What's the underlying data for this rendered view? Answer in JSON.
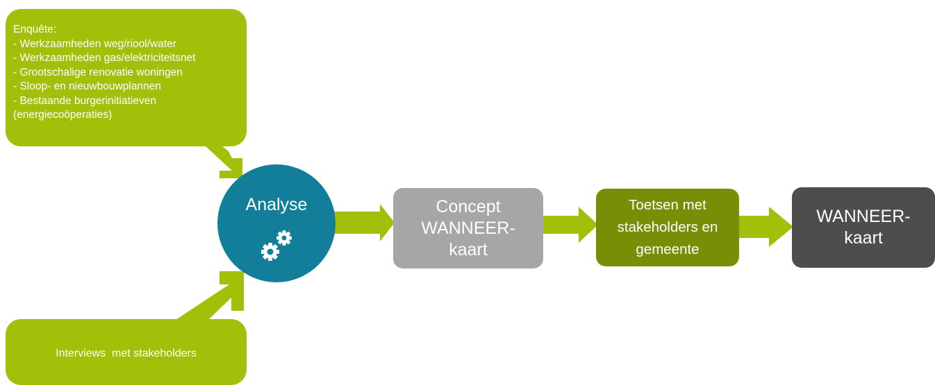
{
  "enquete": {
    "lines": [
      "Enquête:",
      "- Werkzaamheden weg/riool/water",
      "- Werkzaamheden gas/elektriciteitsnet",
      "- Grootschalige renovatie woningen",
      "- Sloop- en nieuwbouwplannen",
      "- Bestaande burgerinitiatieven",
      "(energiecoöperaties)"
    ]
  },
  "interviews": {
    "label": "Interviews  met stakeholders"
  },
  "analyse": {
    "label": "Analyse",
    "icon": "gears-icon"
  },
  "concept": {
    "label": "Concept\nWANNEER-\nkaart"
  },
  "toetsen": {
    "label": "Toetsen met\nstakeholders en\ngemeente"
  },
  "wanneer": {
    "label": "WANNEER-\nkaart"
  },
  "colors": {
    "green": "#a3bf0a",
    "dark_green": "#7a8d07",
    "teal": "#137e9a",
    "gray": "#a6a6a6",
    "dark_gray": "#4d4d4d"
  }
}
